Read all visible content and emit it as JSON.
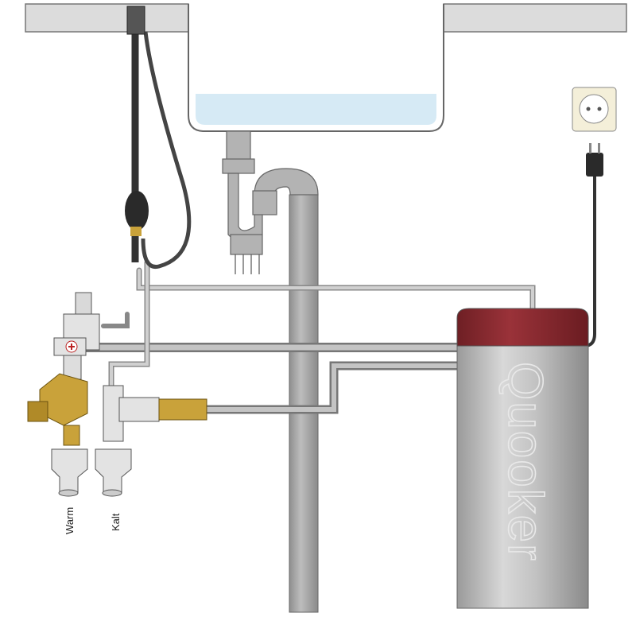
{
  "labels": {
    "warm": "Warm",
    "kalt": "Kalt"
  },
  "tank": {
    "brand": "Quooker",
    "cap_color": "#8c2a30"
  },
  "colors": {
    "counter": "#dcdcdc",
    "water": "#d6eaf5",
    "pipe": "#a9a9a9",
    "brass": "#c9a23a"
  }
}
